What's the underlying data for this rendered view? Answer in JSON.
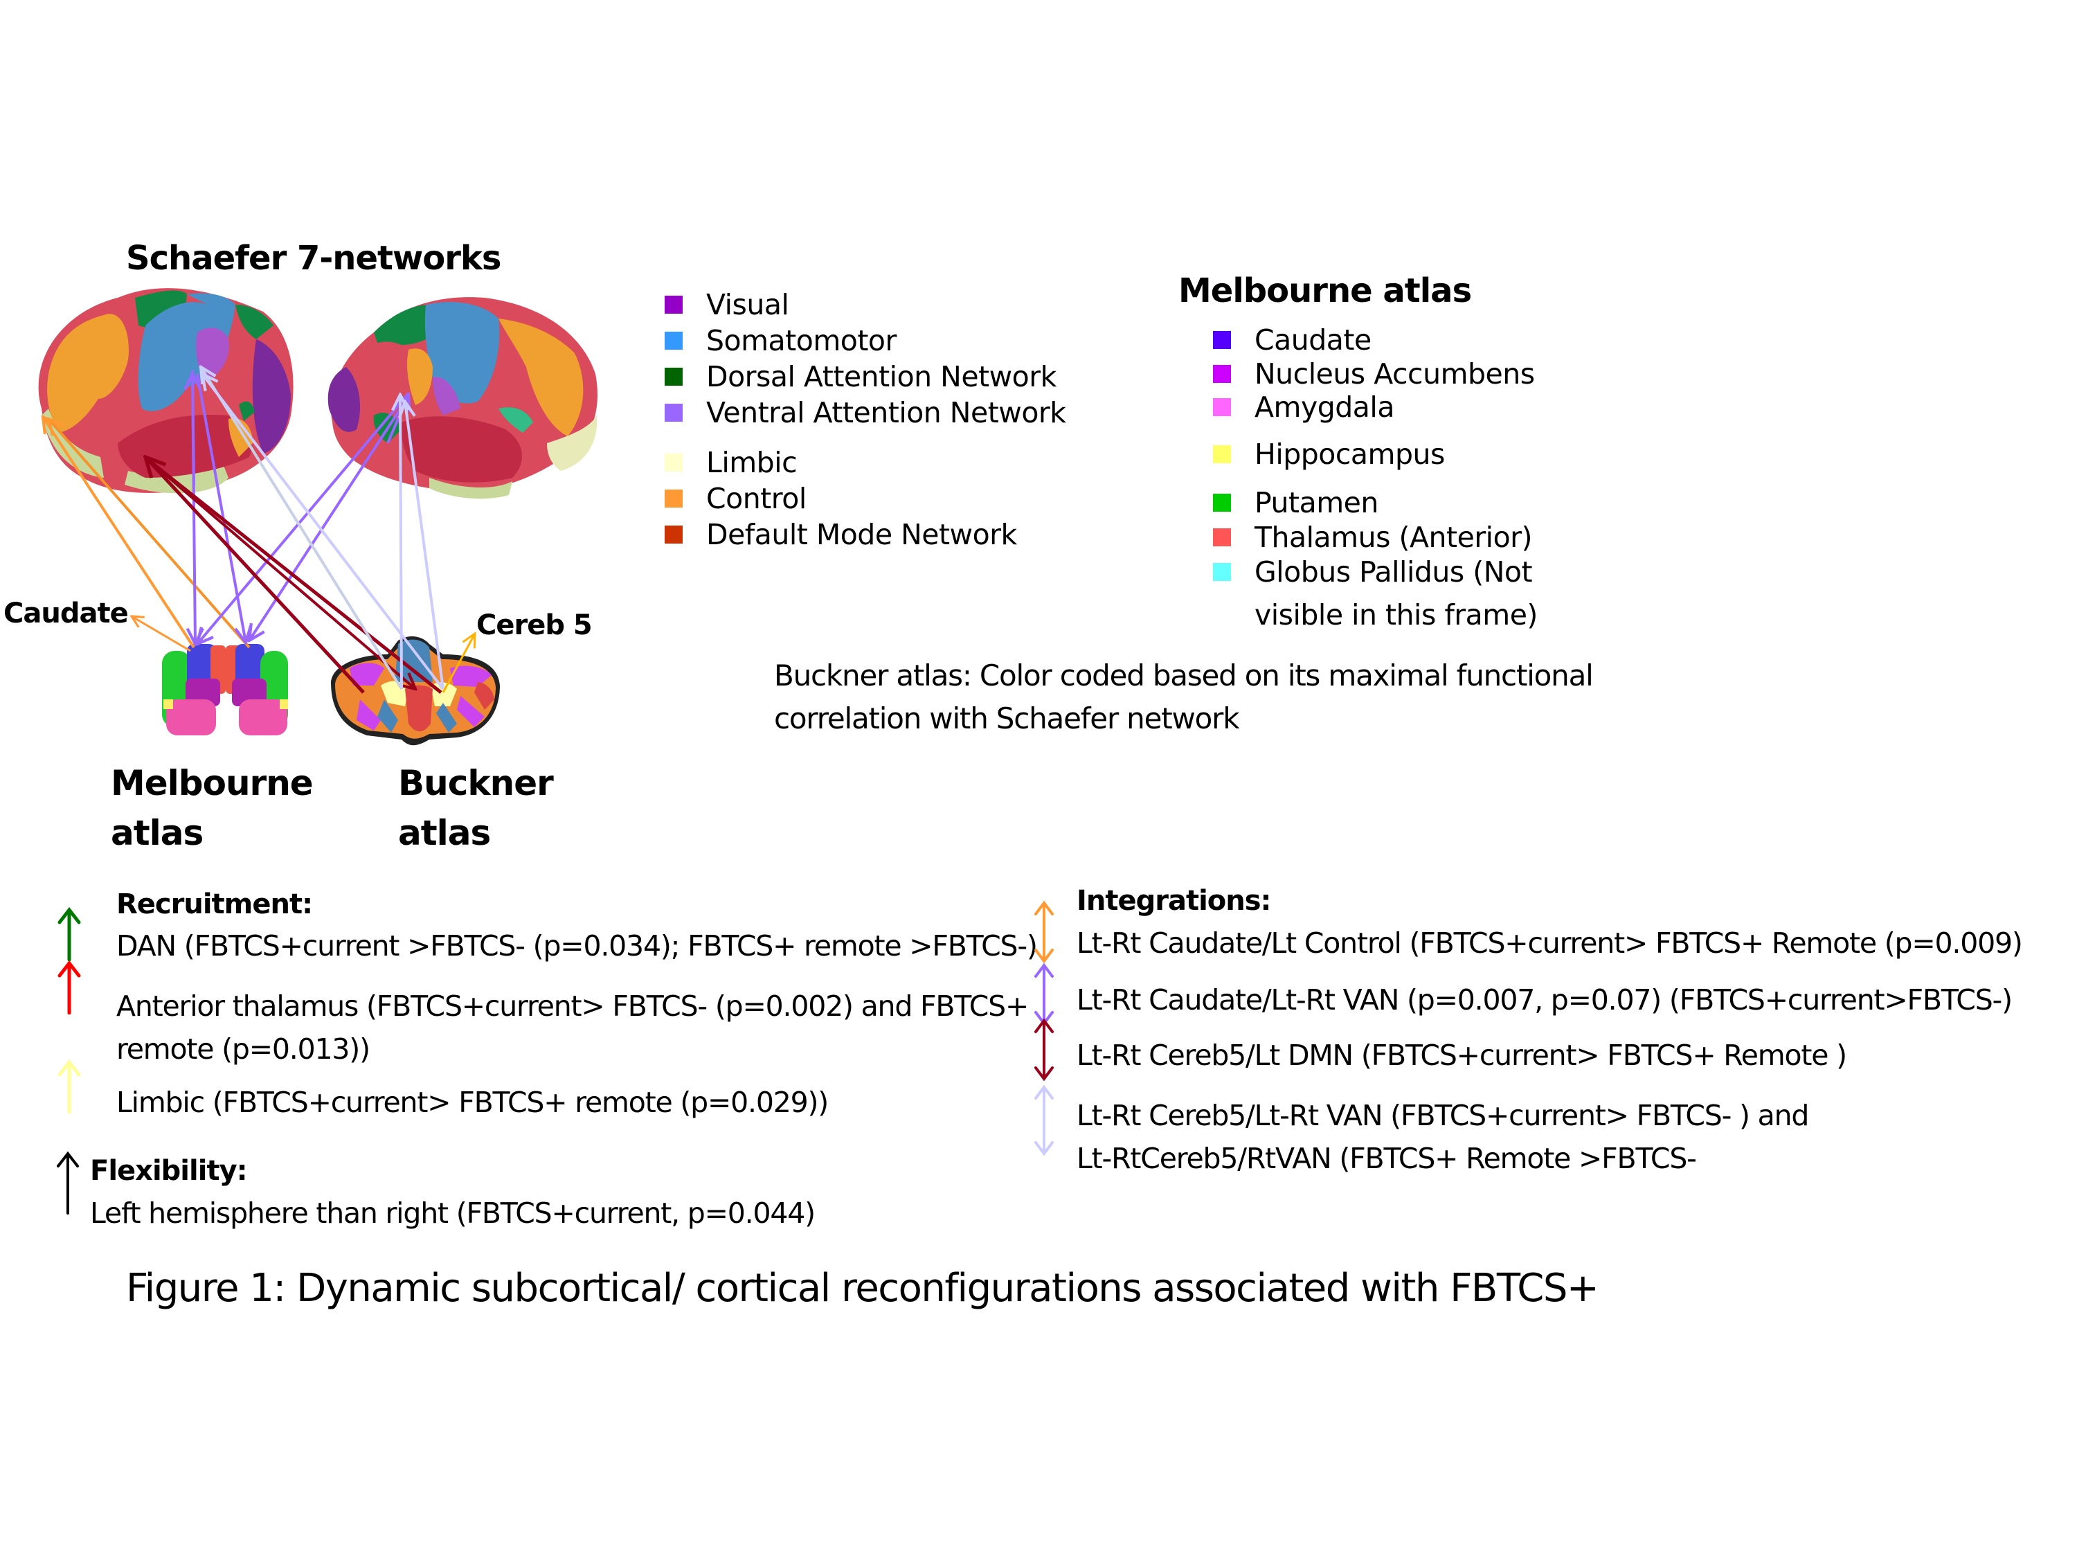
{
  "figure": {
    "caption": "Figure 1: Dynamic subcortical/ cortical reconfigurations associated with FBTCS+"
  },
  "diagram": {
    "schaefer_title": "Schaefer 7-networks",
    "melbourne_label_line1": "Melbourne",
    "melbourne_label_line2": "atlas",
    "buckner_label_line1": "Buckner",
    "buckner_label_line2": "atlas",
    "caudate_label": "Caudate",
    "cereb_label": "Cereb 5"
  },
  "schaefer_legend": [
    {
      "label": "Visual",
      "color": "#9400c8"
    },
    {
      "label": "Somatomotor",
      "color": "#3399ff"
    },
    {
      "label": "Dorsal Attention Network",
      "color": "#006400"
    },
    {
      "label": "Ventral Attention Network",
      "color": "#9966ff"
    },
    {
      "label": "Limbic",
      "color": "#ffffcc"
    },
    {
      "label": "Control",
      "color": "#ff9933"
    },
    {
      "label": "Default Mode Network",
      "color": "#cc3300"
    }
  ],
  "melbourne_legend": {
    "title": "Melbourne atlas",
    "items": [
      {
        "label": "Caudate",
        "color": "#5500ff"
      },
      {
        "label": "Nucleus Accumbens",
        "color": "#cc00ff"
      },
      {
        "label": "Amygdala",
        "color": "#ff66ff"
      },
      {
        "label": "Hippocampus",
        "color": "#ffff66"
      },
      {
        "label": "Putamen",
        "color": "#00cc00"
      },
      {
        "label": "Thalamus (Anterior)",
        "color": "#ff5555"
      },
      {
        "label": "Globus Pallidus (Not",
        "color": "#66ffff"
      }
    ],
    "continuation": "visible in this frame)"
  },
  "buckner_note": {
    "line1": "Buckner atlas: Color coded based on its maximal functional",
    "line2": "correlation with Schaefer network"
  },
  "recruitment": {
    "heading": "Recruitment:",
    "items": [
      {
        "text": "DAN (FBTCS+current >FBTCS- (p=0.034); FBTCS+ remote >FBTCS-)",
        "arrow_color": "#007700"
      },
      {
        "text": "Anterior thalamus (FBTCS+current> FBTCS- (p=0.002) and FBTCS+",
        "text2": "remote (p=0.013))",
        "arrow_color": "#ff0000"
      },
      {
        "text": "Limbic (FBTCS+current> FBTCS+ remote (p=0.029))",
        "arrow_color": "#ffff99"
      }
    ]
  },
  "flexibility": {
    "heading": "Flexibility:",
    "text": "Left hemisphere than right (FBTCS+current, p=0.044)",
    "arrow_color": "#000000"
  },
  "integrations": {
    "heading": "Integrations:",
    "items": [
      {
        "text": "Lt-Rt Caudate/Lt Control (FBTCS+current> FBTCS+ Remote  (p=0.009)",
        "arrow_color": "#ff9933"
      },
      {
        "text": "Lt-Rt Caudate/Lt-Rt VAN (p=0.007, p=0.07) (FBTCS+current>FBTCS-)",
        "arrow_color": "#9966ff"
      },
      {
        "text": "Lt-Rt Cereb5/Lt DMN (FBTCS+current> FBTCS+ Remote )",
        "arrow_color": "#99001a"
      },
      {
        "text": "Lt-Rt Cereb5/Lt-Rt VAN (FBTCS+current> FBTCS- ) and",
        "text2": "Lt-RtCereb5/RtVAN (FBTCS+ Remote >FBTCS-",
        "arrow_color": "#ccccff"
      }
    ]
  }
}
